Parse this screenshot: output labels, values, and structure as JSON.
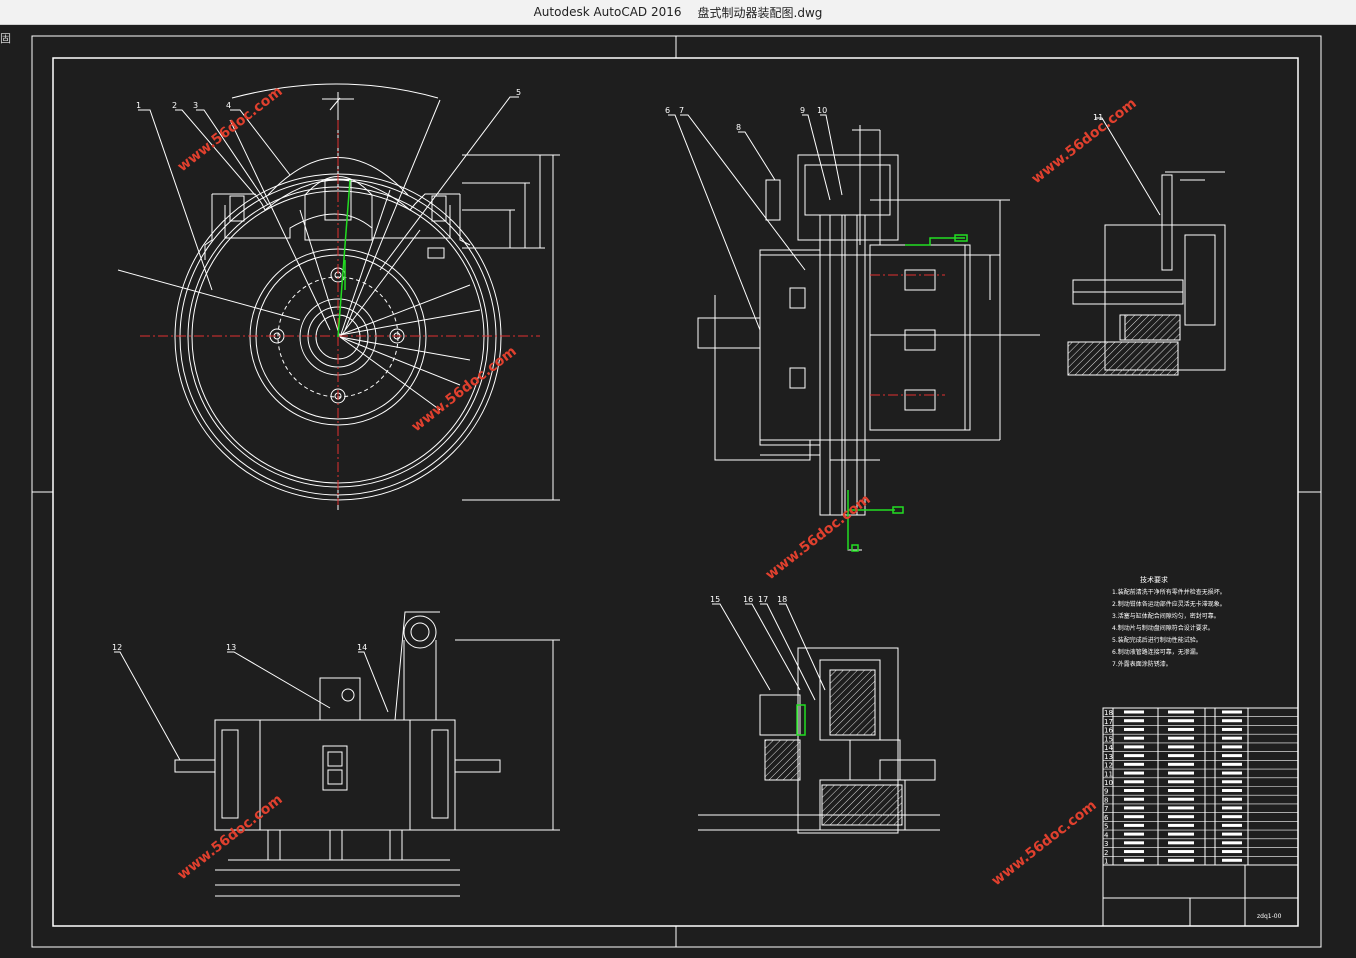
{
  "window": {
    "app_title": "Autodesk AutoCAD 2016",
    "file_name": "盘式制动器装配图.dwg",
    "side_glyph": "固"
  },
  "drawing": {
    "balloons_top_left": [
      "1",
      "2",
      "3",
      "4",
      "5"
    ],
    "balloons_top_mid": [
      "6",
      "7",
      "8",
      "9",
      "10"
    ],
    "balloon_top_right": "11",
    "balloons_bottom_left": [
      "12",
      "13",
      "14"
    ],
    "balloons_bottom_mid": [
      "15",
      "16",
      "17",
      "18"
    ],
    "watermark": "www.56doc.com",
    "tech_requirements_title": "技术要求",
    "tech_requirements": [
      "1.装配前清洗干净所有零件并检查无损坏。",
      "2.制动钳体各运动部件应灵活无卡滞现象。",
      "3.活塞与缸体配合间隙均匀，密封可靠。",
      "4.制动片与制动盘间隙符合设计要求。",
      "5.装配完成后进行制动性能试验。",
      "6.制动液管路连接可靠，无渗漏。",
      "7.外露表面涂防锈漆。"
    ],
    "bom_rows": [
      "18",
      "17",
      "16",
      "15",
      "14",
      "13",
      "12",
      "11",
      "10",
      "9",
      "8",
      "7",
      "6",
      "5",
      "4",
      "3",
      "2",
      "1"
    ],
    "title_block_code": "zdq1-00"
  },
  "colors": {
    "background": "#1e1e1e",
    "line": "#ffffff",
    "centerline": "#e03030",
    "highlight": "#22dd22",
    "watermark": "#e0402e"
  }
}
